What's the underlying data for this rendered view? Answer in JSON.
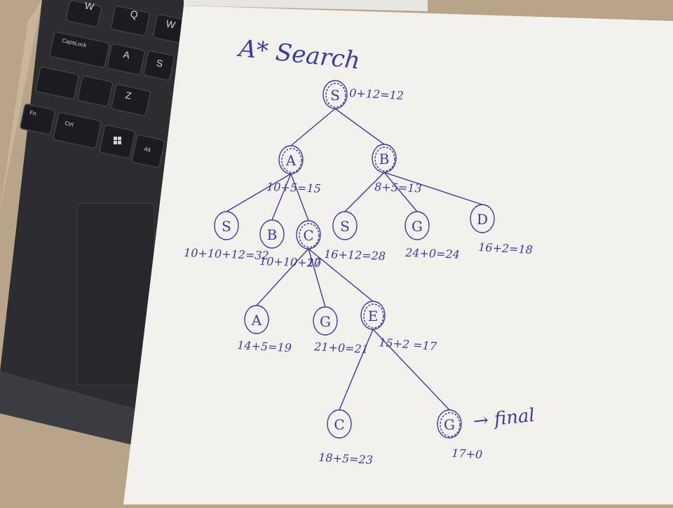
{
  "title": "A* Search",
  "background_scene": {
    "table_color": "#b8a489",
    "laptop_color": "#2b2d31",
    "keyboard_keys": [
      "Q",
      "W",
      "A",
      "S",
      "Z",
      "CapsLock",
      "Ctrl",
      "Alt",
      "Fn"
    ]
  },
  "paper": {
    "color": "#f2f1ee",
    "ink_color": "#3a3d9a"
  },
  "tree": {
    "nodes": [
      {
        "id": "n-root",
        "label": "S",
        "parent": null,
        "cost": "0+12=12",
        "marked": true
      },
      {
        "id": "n-a",
        "label": "A",
        "parent": "n-root",
        "cost": "10+5=15",
        "marked": true
      },
      {
        "id": "n-b",
        "label": "B",
        "parent": "n-root",
        "cost": "8+5=13",
        "marked": true
      },
      {
        "id": "n-a-s",
        "label": "S",
        "parent": "n-a",
        "cost": "10+10+12=32",
        "marked": false
      },
      {
        "id": "n-a-b",
        "label": "B",
        "parent": "n-a",
        "cost": "10+10+20",
        "marked": false
      },
      {
        "id": "n-a-c",
        "label": "C",
        "parent": "n-a",
        "cost": "17",
        "marked": true
      },
      {
        "id": "n-b-s",
        "label": "S",
        "parent": "n-b",
        "cost": "16+12=28",
        "marked": false
      },
      {
        "id": "n-b-g",
        "label": "G",
        "parent": "n-b",
        "cost": "24+0=24",
        "marked": false
      },
      {
        "id": "n-b-d",
        "label": "D",
        "parent": "n-b",
        "cost": "16+2=18",
        "marked": false
      },
      {
        "id": "n-c-a",
        "label": "A",
        "parent": "n-a-c",
        "cost": "14+5=19",
        "marked": false
      },
      {
        "id": "n-c-g",
        "label": "G",
        "parent": "n-a-c",
        "cost": "21+0=21",
        "marked": false
      },
      {
        "id": "n-c-e",
        "label": "E",
        "parent": "n-a-c",
        "cost": "15+2 =17",
        "marked": true
      },
      {
        "id": "n-e-c",
        "label": "C",
        "parent": "n-c-e",
        "cost": "18+5=23",
        "marked": false
      },
      {
        "id": "n-e-g",
        "label": "G",
        "parent": "n-c-e",
        "cost": "17+0",
        "marked": true
      }
    ],
    "final_note": "→ final"
  }
}
